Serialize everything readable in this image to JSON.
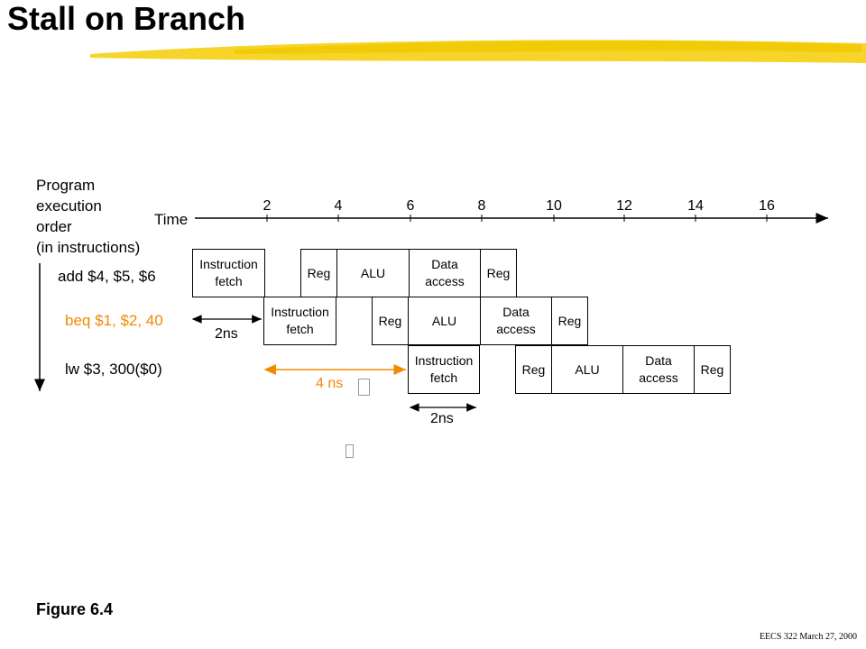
{
  "title": "Stall on Branch",
  "order_lines": [
    "Program",
    "execution",
    "order",
    "(in instructions)"
  ],
  "time_label": "Time",
  "ticks": [
    "2",
    "4",
    "6",
    "8",
    "10",
    "12",
    "14",
    "16"
  ],
  "instructions": [
    {
      "text": "add $4, $5, $6",
      "color": "#000000"
    },
    {
      "text": "beq $1, $2, 40",
      "color": "#f08a00"
    },
    {
      "text": "lw $3, 300($0)",
      "color": "#000000"
    }
  ],
  "stages": {
    "if_line1": "Instruction",
    "if_line2": "fetch",
    "reg": "Reg",
    "alu": "ALU",
    "mem_line1": "Data",
    "mem_line2": "access"
  },
  "annotations": {
    "two_ns_a": "2ns",
    "four_ns": "4 ns",
    "two_ns_b": "2ns"
  },
  "figure_label": "Figure 6.4",
  "footer": "EECS 322 March 27, 2000",
  "colors": {
    "highlight": "#f5d21e",
    "accent": "#f08a00"
  }
}
